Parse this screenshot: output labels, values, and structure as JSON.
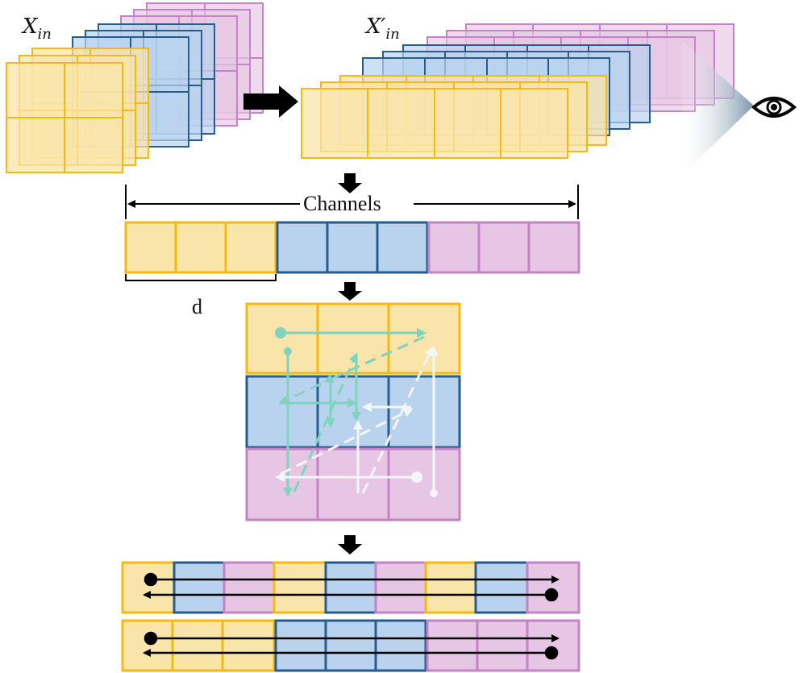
{
  "labels": {
    "x_in_main": "X",
    "x_in_sub": "in",
    "x_in_prime_main": "X′",
    "x_in_prime_sub": "in",
    "channels": "Channels",
    "d": "d"
  },
  "colors": {
    "yellow_fill": "#f9e4aa",
    "yellow_stroke": "#f5b913",
    "blue_fill": "#b9d3ee",
    "blue_stroke": "#265d8a",
    "pink_fill": "#e6c6e4",
    "pink_stroke": "#c383c6",
    "teal": "#7fd3bf",
    "white_arrow": "#f4f7f8",
    "arrow": "#000000"
  },
  "icons": [
    "right-arrow-icon",
    "down-arrow-icon",
    "eye-icon",
    "view-cone-icon"
  ]
}
